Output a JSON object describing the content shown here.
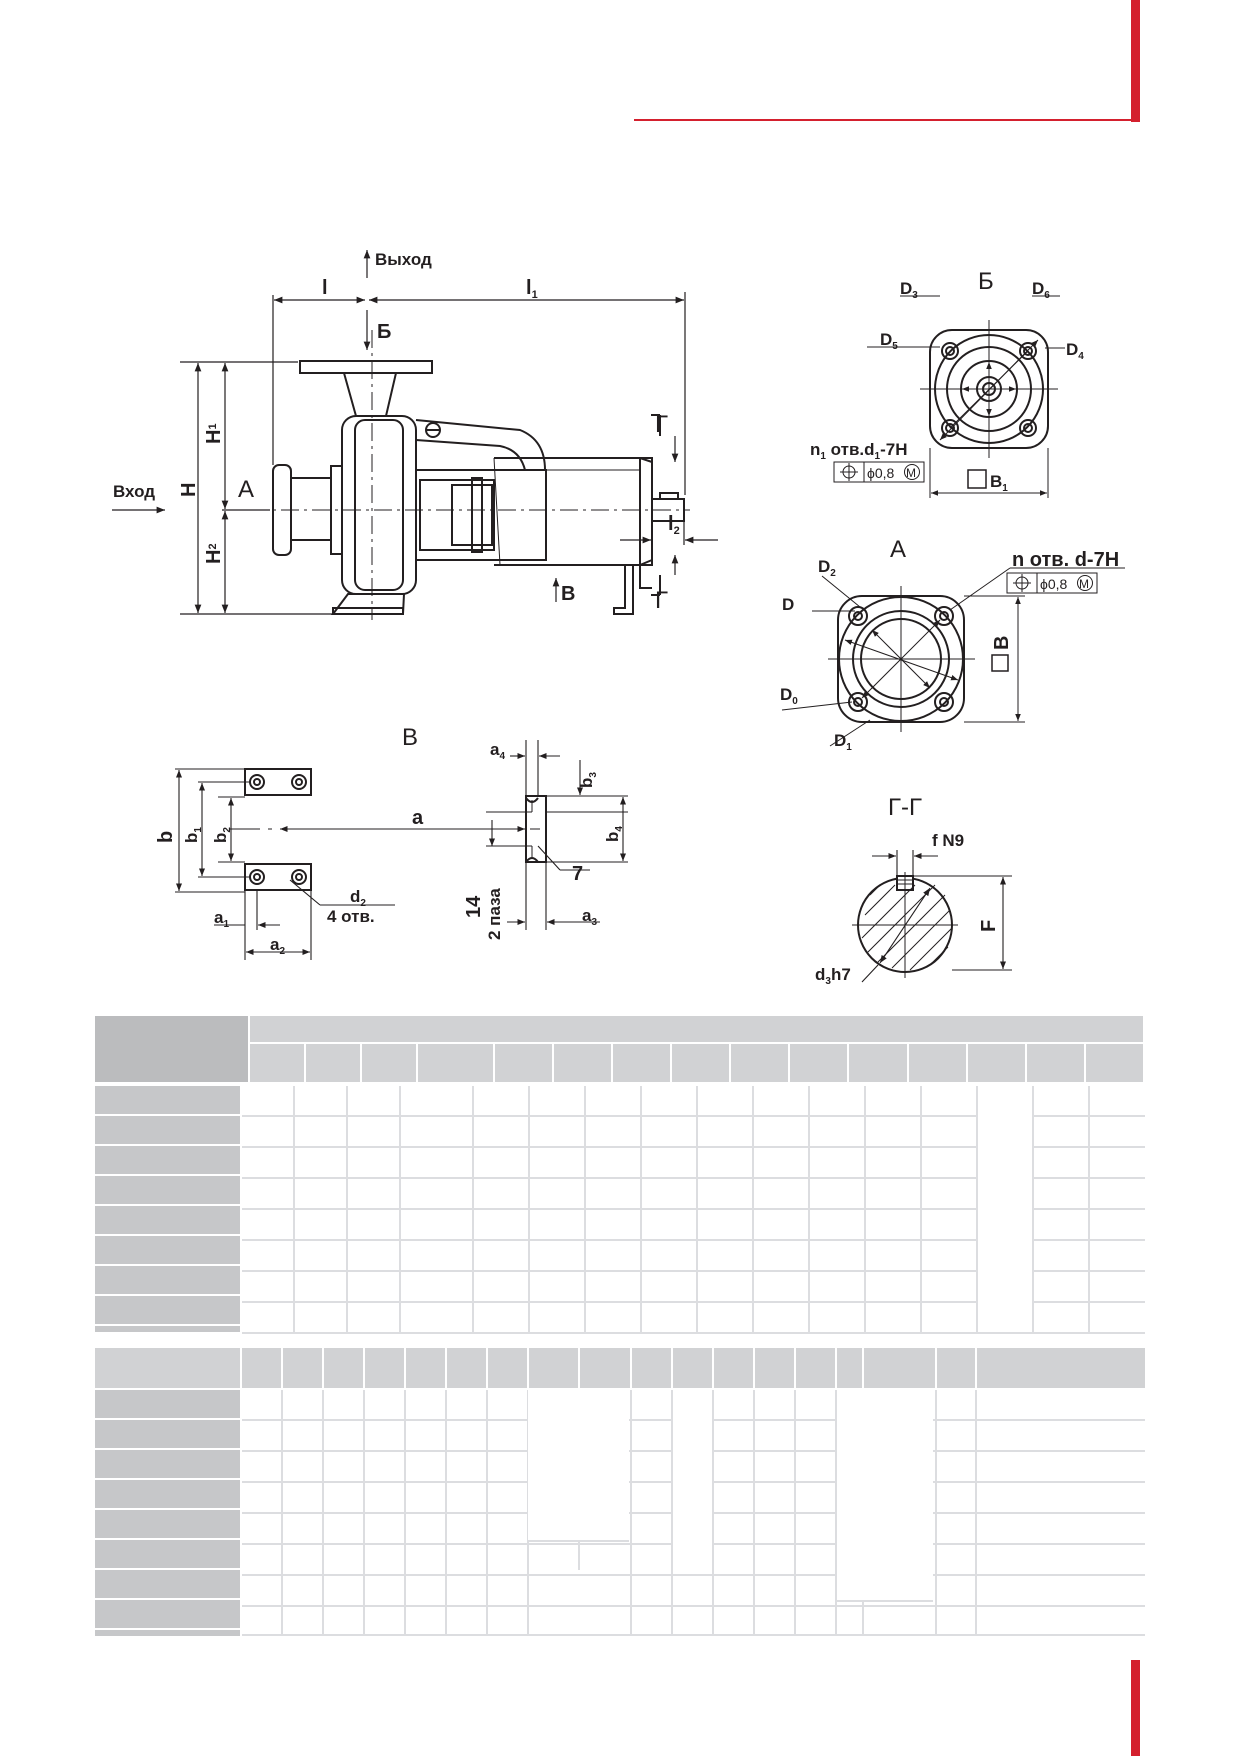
{
  "page": {
    "accent_color": "#d4202e",
    "table_header_color": "#d1d2d4",
    "table_row_label_color": "#c6c7c9",
    "table_line_color": "#e2e3e4"
  },
  "drawing": {
    "main_view": {
      "outlet": "Выход",
      "inlet": "Вход",
      "view_b": "Б",
      "view_a": "А",
      "view_v": "В",
      "section_g": "Г",
      "dim_l": "l",
      "dim_l1_main": "l",
      "dim_l1_sub": "1",
      "dim_l2_main": "l",
      "dim_l2_sub": "2",
      "dim_H": "H",
      "dim_H1_main": "H",
      "dim_H1_sub": "1",
      "dim_H2_main": "H",
      "dim_H2_sub": "2"
    },
    "view_b_flange": {
      "title": "Б",
      "d3": "D",
      "d3_sub": "3",
      "d6": "D",
      "d6_sub": "6",
      "d5": "D",
      "d5_sub": "5",
      "d4": "D",
      "d4_sub": "4",
      "holes_pre": "n",
      "holes_pre_sub": "1",
      "holes_mid": " отв.d",
      "holes_mid_sub": "1",
      "holes_post": "-7H",
      "tolerance": "ϕ0,8",
      "tolerance_mod": "M",
      "b1": "B",
      "b1_sub": "1"
    },
    "view_a_flange": {
      "title": "А",
      "holes": "n отв. d-7H",
      "tolerance": "ϕ0,8",
      "tolerance_mod": "M",
      "d": "D",
      "d2": "D",
      "d2_sub": "2",
      "d0": "D",
      "d0_sub": "0",
      "d1": "D",
      "d1_sub": "1",
      "b": "B"
    },
    "view_v_feet": {
      "title": "В",
      "a": "a",
      "a1": "a",
      "a1_sub": "1",
      "a2": "a",
      "a2_sub": "2",
      "a3": "a",
      "a3_sub": "3",
      "a4": "a",
      "a4_sub": "4",
      "b": "b",
      "b1": "b",
      "b1_sub": "1",
      "b2": "b",
      "b2_sub": "2",
      "b3": "b",
      "b3_sub": "3",
      "b4": "b",
      "b4_sub": "4",
      "d2": "d",
      "d2_sub": "2",
      "holes": "4 отв.",
      "slot_width": "14",
      "slots": "2 паза",
      "seven": "7"
    },
    "section_gg": {
      "title": "Г-Г",
      "key": "f N9",
      "f": "F",
      "shaft": "d",
      "shaft_sub": "3",
      "shaft_post": "h7"
    }
  }
}
